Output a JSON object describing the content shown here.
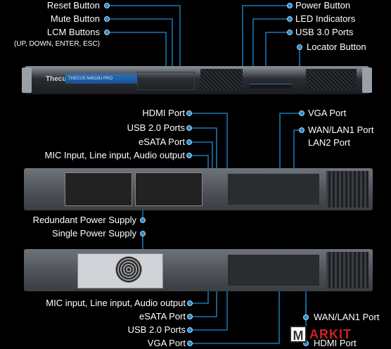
{
  "front_labels_left": [
    "Reset Button",
    "Mute Button",
    "LCM Buttons",
    "(UP, DOWN, ENTER, ESC)"
  ],
  "front_labels_right": [
    "Power Button",
    "LED Indicators",
    "USB 3.0 Ports",
    "Locator Button"
  ],
  "front_panel": {
    "brand": "Thecus",
    "lcd_text": "THECUS  N4510U PRO"
  },
  "rear1_labels_left": [
    "HDMI Port",
    "USB 2.0 Ports",
    "eSATA Port",
    "MIC Input, Line input, Audio output"
  ],
  "rear1_labels_right": [
    "VGA Port",
    "WAN/LAN1 Port",
    "LAN2 Port"
  ],
  "psu_labels": [
    "Redundant Power Supply",
    "Single Power Supply"
  ],
  "rear2_labels_left": [
    "MIC input, Line input, Audio output",
    "eSATA Port",
    "USB 2.0 Ports",
    "VGA Port"
  ],
  "rear2_labels_right": [
    "WAN/LAN1 Port",
    "HDMI Port"
  ],
  "watermark": {
    "m": "M",
    "text": "ARKIT"
  },
  "colors": {
    "connector": "#1e8fd6",
    "background": "#000000",
    "text": "#ffffff"
  }
}
